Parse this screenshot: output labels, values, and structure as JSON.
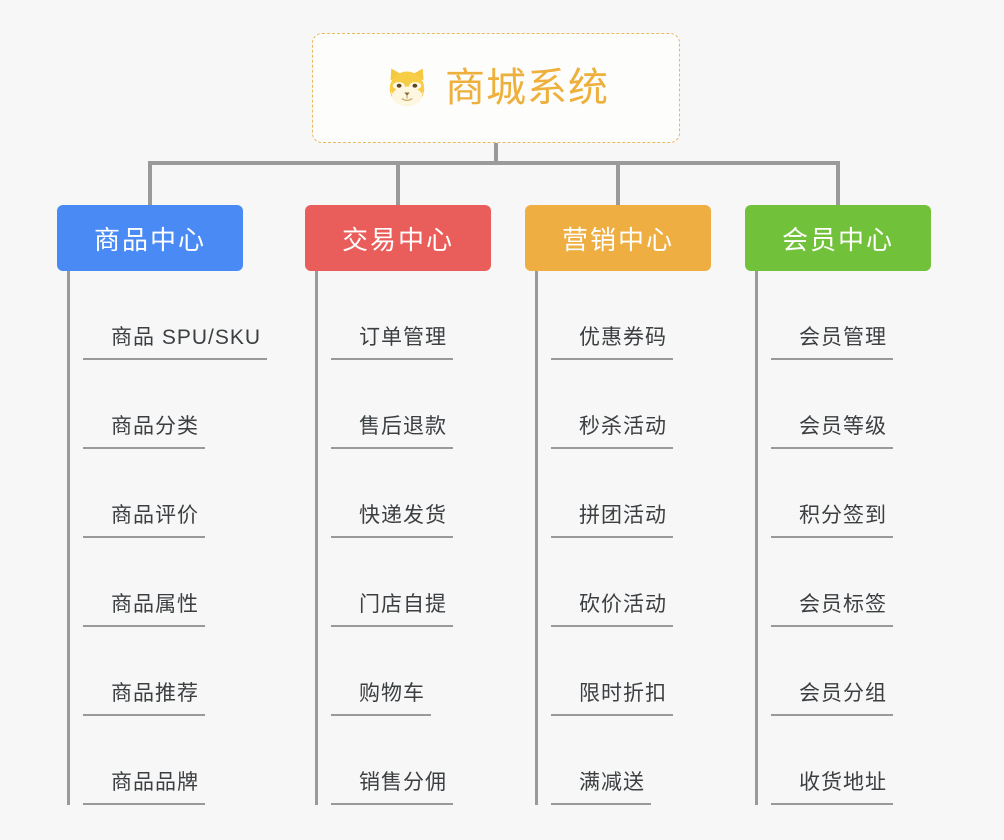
{
  "root": {
    "title": "商城系统",
    "icon": "dog-face-icon",
    "border_color": "#e8b960",
    "text_color": "#eeb03c"
  },
  "connector": {
    "color": "#9a9a9a"
  },
  "columns": [
    {
      "id": "product-center",
      "label": "商品中心",
      "color": "#4a8af4",
      "items": [
        "商品 SPU/SKU",
        "商品分类",
        "商品评价",
        "商品属性",
        "商品推荐",
        "商品品牌"
      ]
    },
    {
      "id": "trade-center",
      "label": "交易中心",
      "color": "#e95e5a",
      "items": [
        "订单管理",
        "售后退款",
        "快递发货",
        "门店自提",
        "购物车",
        "销售分佣"
      ]
    },
    {
      "id": "marketing-center",
      "label": "营销中心",
      "color": "#eeae41",
      "items": [
        "优惠券码",
        "秒杀活动",
        "拼团活动",
        "砍价活动",
        "限时折扣",
        "满减送"
      ]
    },
    {
      "id": "member-center",
      "label": "会员中心",
      "color": "#72c13b",
      "items": [
        "会员管理",
        "会员等级",
        "积分签到",
        "会员标签",
        "会员分组",
        "收货地址"
      ]
    }
  ]
}
